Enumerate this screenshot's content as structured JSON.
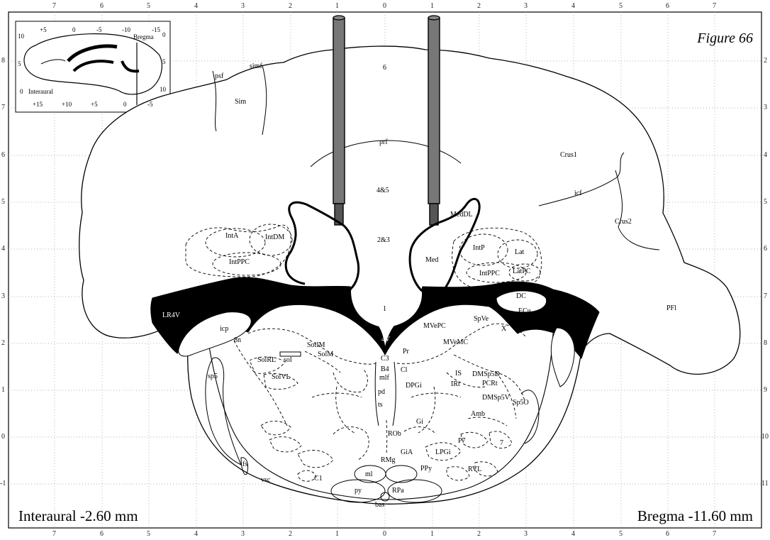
{
  "figure_title": "Figure 66",
  "coords": {
    "interaural": "Interaural -2.60 mm",
    "bregma": "Bregma -11.60 mm"
  },
  "ruler": {
    "top": [
      "7",
      "6",
      "5",
      "4",
      "3",
      "2",
      "1",
      "0",
      "1",
      "2",
      "3",
      "4",
      "5",
      "6",
      "7"
    ],
    "bottom": [
      "7",
      "6",
      "5",
      "4",
      "3",
      "2",
      "1",
      "0",
      "1",
      "2",
      "3",
      "4",
      "5",
      "6",
      "7"
    ],
    "left": [
      "8",
      "7",
      "6",
      "5",
      "4",
      "3",
      "2",
      "1",
      "0",
      "-1"
    ],
    "right": [
      "2",
      "3",
      "4",
      "5",
      "6",
      "7",
      "8",
      "9",
      "10",
      "11"
    ]
  },
  "inset": {
    "top_ticks": [
      "+5",
      "0",
      "-5",
      "-10",
      "-15"
    ],
    "bregma": "Bregma",
    "bregma_zero": "0",
    "left_ticks": [
      "10",
      "5",
      "0"
    ],
    "interaural": "Interaural",
    "right_ticks": [
      "5",
      "10"
    ],
    "bottom_ticks": [
      "+15",
      "+10",
      "+5",
      "0",
      "-5"
    ]
  },
  "labels": {
    "psf": "psf",
    "simf": "simf",
    "sim": "Sim",
    "six": "6",
    "prf": "prf",
    "four5": "4&5",
    "two3": "2&3",
    "crus1": "Crus1",
    "icf": "icf",
    "crus2": "Crus2",
    "meddl": "MedDL",
    "med": "Med",
    "inta": "IntA",
    "intdm": "IntDM",
    "intppc_l": "IntPPC",
    "intp": "IntP",
    "lat": "Lat",
    "intppc_r": "IntPPC",
    "latpc": "LatPC",
    "one": "1",
    "dc": "DC",
    "ecu": "ECu",
    "pfl": "PFl",
    "lr4v": "LR4V",
    "icp": "icp",
    "eight_n": "8n",
    "solim": "SolIM",
    "solm": "SolM",
    "solrl": "SolRL",
    "sol": "sol",
    "solvl": "SolVL",
    "sp5": "sp5",
    "fourv": "4V",
    "mvepc": "MVePC",
    "spve": "SpVe",
    "x": "X",
    "pr": "Pr",
    "mvemc": "MVeMC",
    "c3": "C3",
    "b4": "B4",
    "cl": "Cl",
    "mlf": "mlf",
    "is": "IS",
    "dmsp5d": "DMSp5D",
    "irt": "IRt",
    "pcrt": "PCRt",
    "dpgi": "DPGi",
    "pd": "pd",
    "ts": "ts",
    "dmsp5v": "DMSp5V",
    "sp5o": "Sp5O",
    "amb": "Amb",
    "gi": "Gi",
    "rob": "ROb",
    "fs": "fs",
    "p7": "P7",
    "seven": "7",
    "gia": "GiA",
    "lpgi": "LPGi",
    "rmg": "RMg",
    "ml": "ml",
    "ppy": "PPy",
    "rvl": "RVL",
    "c1": "C1",
    "vsc": "vsc",
    "py": "py",
    "rpa": "RPa",
    "bas": "bas"
  }
}
